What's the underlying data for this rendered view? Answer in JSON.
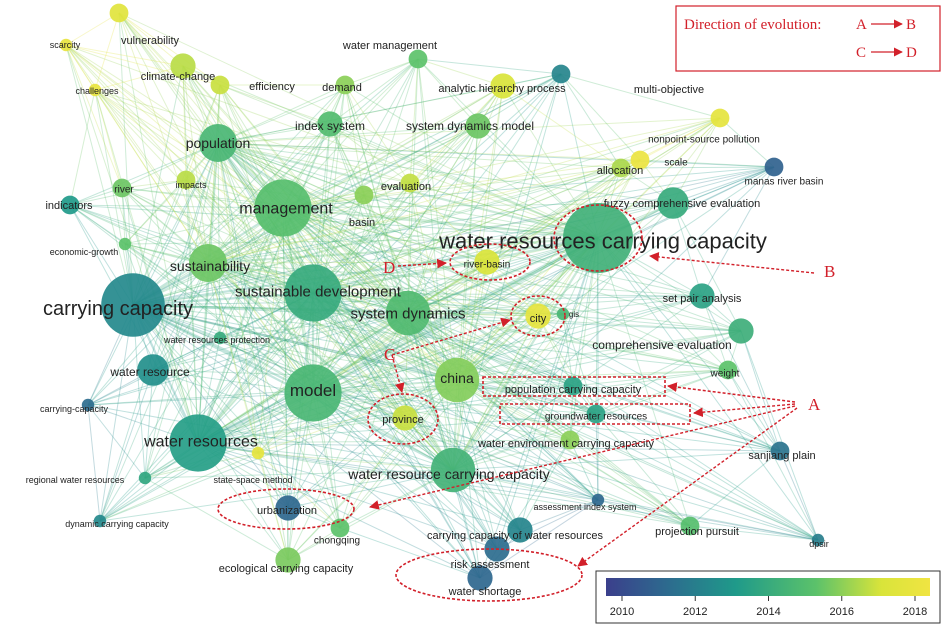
{
  "legend": {
    "title": "Direction of evolution:",
    "pair1": [
      "A",
      "B"
    ],
    "pair2": [
      "C",
      "D"
    ]
  },
  "annotations": [
    "A",
    "B",
    "C",
    "D"
  ],
  "colorbar": {
    "ticks": [
      "2010",
      "2012",
      "2014",
      "2016",
      "2018"
    ],
    "colors": [
      "#3b3f8c",
      "#2c6d8e",
      "#1f9a8a",
      "#5cc26a",
      "#d9e43a",
      "#f0e442"
    ]
  },
  "keywords": [
    {
      "label": "water resources carrying capacity",
      "year": 2014.3,
      "weight": 10
    },
    {
      "label": "carrying capacity",
      "year": 2012.6,
      "weight": 9
    },
    {
      "label": "sustainable development",
      "year": 2014.0,
      "weight": 8
    },
    {
      "label": "management",
      "year": 2015.0,
      "weight": 8
    },
    {
      "label": "model",
      "year": 2014.6,
      "weight": 8
    },
    {
      "label": "water resources",
      "year": 2013.4,
      "weight": 8
    },
    {
      "label": "system dynamics",
      "year": 2014.8,
      "weight": 6
    },
    {
      "label": "china",
      "year": 2015.7,
      "weight": 6
    },
    {
      "label": "water resource carrying capacity",
      "year": 2014.4,
      "weight": 6
    },
    {
      "label": "population",
      "year": 2014.6,
      "weight": 5
    },
    {
      "label": "sustainability",
      "year": 2015.4,
      "weight": 5
    },
    {
      "label": "fuzzy comprehensive evaluation",
      "year": 2014.0,
      "weight": 4
    },
    {
      "label": "water resource",
      "year": 2012.8,
      "weight": 4
    },
    {
      "label": "index system",
      "year": 2014.9,
      "weight": 3
    },
    {
      "label": "system dynamics model",
      "year": 2015.4,
      "weight": 3
    },
    {
      "label": "analytic hierarchy process",
      "year": 2016.8,
      "weight": 3
    },
    {
      "label": "comprehensive evaluation",
      "year": 2014.2,
      "weight": 3
    },
    {
      "label": "set pair analysis",
      "year": 2013.6,
      "weight": 3
    },
    {
      "label": "climate-change",
      "year": 2016.4,
      "weight": 3
    },
    {
      "label": "water management",
      "year": 2015.2,
      "weight": 2
    },
    {
      "label": "vulnerability",
      "year": 2017.2,
      "weight": 2
    },
    {
      "label": "efficiency",
      "year": 2016.6,
      "weight": 2
    },
    {
      "label": "demand",
      "year": 2015.8,
      "weight": 2
    },
    {
      "label": "allocation",
      "year": 2016.2,
      "weight": 2
    },
    {
      "label": "evaluation",
      "year": 2016.5,
      "weight": 2
    },
    {
      "label": "basin",
      "year": 2015.8,
      "weight": 2
    },
    {
      "label": "river-basin",
      "year": 2016.8,
      "weight": 3
    },
    {
      "label": "city",
      "year": 2017.4,
      "weight": 3
    },
    {
      "label": "province",
      "year": 2016.6,
      "weight": 3
    },
    {
      "label": "urbanization",
      "year": 2011.4,
      "weight": 3
    },
    {
      "label": "risk assessment",
      "year": 2011.6,
      "weight": 3
    },
    {
      "label": "water shortage",
      "year": 2011.4,
      "weight": 3
    },
    {
      "label": "ecological carrying capacity",
      "year": 2015.6,
      "weight": 3
    },
    {
      "label": "carrying capacity of water resources",
      "year": 2012.4,
      "weight": 3
    },
    {
      "label": "water environment carrying capacity",
      "year": 2015.8,
      "weight": 2
    },
    {
      "label": "population carrying capacity",
      "year": 2013.6,
      "weight": 2
    },
    {
      "label": "groundwater resources",
      "year": 2013.6,
      "weight": 2
    },
    {
      "label": "projection pursuit",
      "year": 2015.0,
      "weight": 2
    },
    {
      "label": "sanjiang plain",
      "year": 2011.8,
      "weight": 2
    },
    {
      "label": "weight",
      "year": 2015.2,
      "weight": 2
    },
    {
      "label": "multi-objective",
      "year": 2012.4,
      "weight": 2
    },
    {
      "label": "nonpoint-source pollution",
      "year": 2017.4,
      "weight": 2
    },
    {
      "label": "scale",
      "year": 2017.8,
      "weight": 2
    },
    {
      "label": "manas river basin",
      "year": 2011.2,
      "weight": 2
    },
    {
      "label": "indicators",
      "year": 2013.2,
      "weight": 2
    },
    {
      "label": "river",
      "year": 2015.4,
      "weight": 2
    },
    {
      "label": "impacts",
      "year": 2016.4,
      "weight": 2
    },
    {
      "label": "scarcity",
      "year": 2017.6,
      "weight": 1
    },
    {
      "label": "challenges",
      "year": 2017.6,
      "weight": 1
    },
    {
      "label": "economic-growth",
      "year": 2015.2,
      "weight": 1
    },
    {
      "label": "water resources protection",
      "year": 2014.0,
      "weight": 1
    },
    {
      "label": "carrying-capacity",
      "year": 2011.6,
      "weight": 1
    },
    {
      "label": "regional water resources",
      "year": 2013.8,
      "weight": 1
    },
    {
      "label": "state-space method",
      "year": 2017.4,
      "weight": 1
    },
    {
      "label": "dynamic carrying capacity",
      "year": 2012.6,
      "weight": 1
    },
    {
      "label": "chongqing",
      "year": 2015.2,
      "weight": 2
    },
    {
      "label": "assessment index system",
      "year": 2011.4,
      "weight": 1
    },
    {
      "label": "gis",
      "year": 2014.6,
      "weight": 1
    },
    {
      "label": "dpsir",
      "year": 2012.2,
      "weight": 1
    }
  ]
}
